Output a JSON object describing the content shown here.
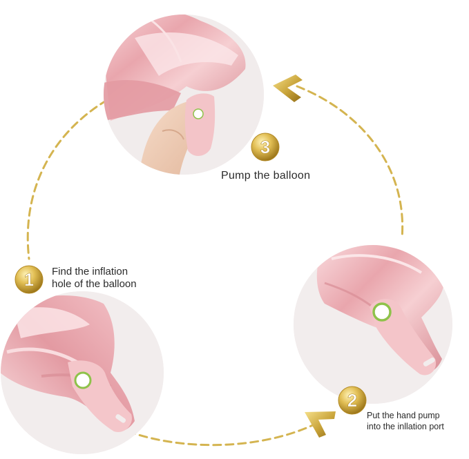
{
  "colors": {
    "gold": "#c9a43a",
    "gold_light": "#f3dc7e",
    "gold_dark": "#9a7418",
    "dash": "#d4b450",
    "balloon_pink": "#eeb1b6",
    "balloon_light": "#f8d6d8",
    "balloon_dark": "#d98d94",
    "photo_bg": "#f2eeee",
    "valve_green": "#8ec24a"
  },
  "steps": [
    {
      "number": "1",
      "lines": [
        "Find the inflation",
        "hole of the balloon"
      ],
      "icon": "balloon-valve-photo"
    },
    {
      "number": "2",
      "lines": [
        "Put the hand pump",
        "into the inllation port"
      ],
      "icon": "balloon-valve-photo"
    },
    {
      "number": "3",
      "lines": [
        "Pump the balloon"
      ],
      "icon": "balloon-pump-photo"
    }
  ]
}
